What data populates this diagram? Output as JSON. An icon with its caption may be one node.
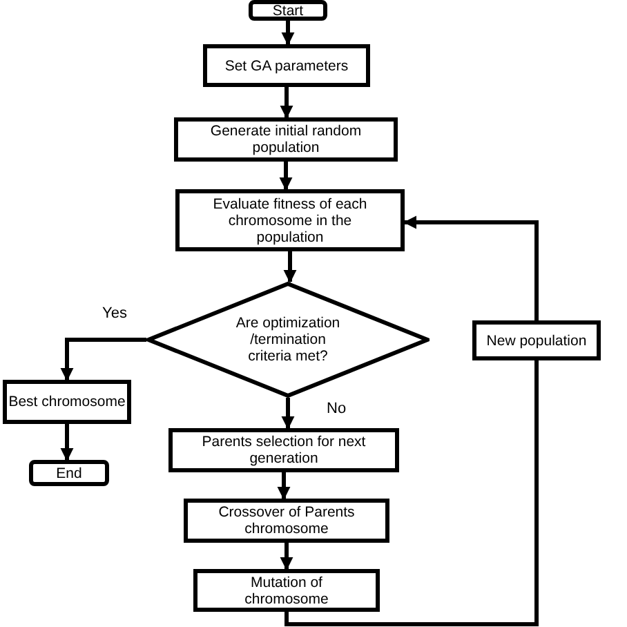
{
  "diagram": {
    "nodes": [
      {
        "text": [
          "Start"
        ]
      },
      {
        "text": [
          "Set GA parameters"
        ]
      },
      {
        "text": [
          "Generate initial random population"
        ]
      },
      {
        "text": [
          "Evaluate fitness of each chromosome in the population"
        ]
      },
      {
        "text": [
          "Are optimization /termination criteria met?"
        ]
      },
      {
        "text": [
          "Best chromosome"
        ]
      },
      {
        "text": [
          "End"
        ]
      },
      {
        "text": [
          "Parents selection for next generation"
        ]
      },
      {
        "text": [
          "Crossover of Parents chromosome"
        ]
      },
      {
        "text": [
          "Mutation of chromosome"
        ]
      },
      {
        "text": [
          "New population"
        ]
      }
    ],
    "edges": [
      {
        "from": 0,
        "to": 1,
        "arrow": "to"
      },
      {
        "from": 1,
        "to": 2,
        "arrow": "to"
      },
      {
        "from": 2,
        "to": 3,
        "arrow": "to"
      },
      {
        "from": 3,
        "to": 4,
        "arrow": "to"
      },
      {
        "from": 4,
        "to": 5,
        "arrow": "to",
        "label": "Yes"
      },
      {
        "from": 5,
        "to": 6,
        "arrow": "to"
      },
      {
        "from": 4,
        "to": 7,
        "arrow": "to",
        "label": "No"
      },
      {
        "from": 7,
        "to": 8,
        "arrow": "to"
      },
      {
        "from": 8,
        "to": 9,
        "arrow": "to"
      },
      {
        "from": 9,
        "to": 10,
        "arrow": "none"
      },
      {
        "from": 10,
        "to": 3,
        "arrow": "to"
      }
    ]
  }
}
